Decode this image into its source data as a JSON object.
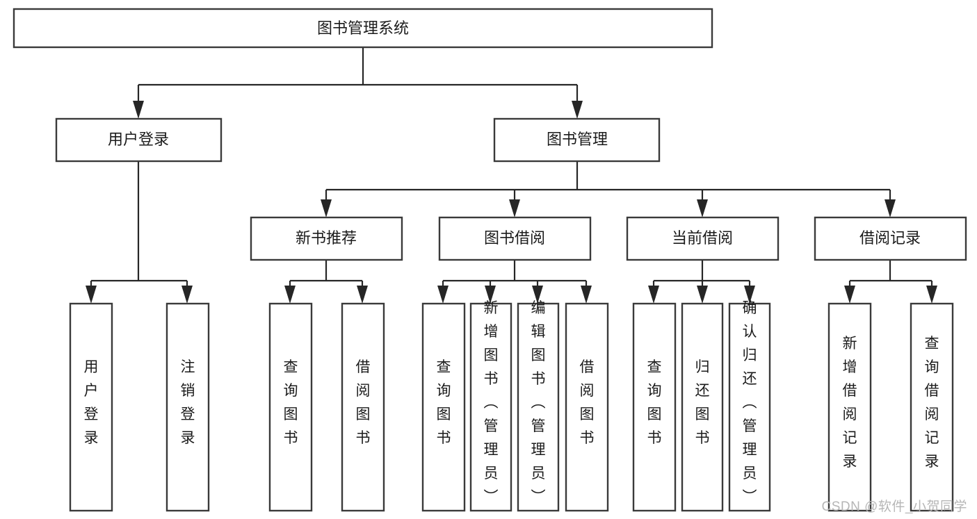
{
  "diagram": {
    "type": "tree-hierarchy-chart",
    "title": "图书管理系统",
    "orientation": "top-down",
    "levels": 4,
    "root": {
      "id": "root",
      "label": "图书管理系统",
      "orientation": "horizontal"
    },
    "level2": [
      {
        "id": "user-login",
        "label": "用户登录",
        "orientation": "horizontal"
      },
      {
        "id": "book-management",
        "label": "图书管理",
        "orientation": "horizontal"
      }
    ],
    "level3": [
      {
        "id": "new-book-recommend",
        "label": "新书推荐",
        "parent": "book-management",
        "orientation": "horizontal"
      },
      {
        "id": "book-borrow",
        "label": "图书借阅",
        "parent": "book-management",
        "orientation": "horizontal"
      },
      {
        "id": "current-borrow",
        "label": "当前借阅",
        "parent": "book-management",
        "orientation": "horizontal"
      },
      {
        "id": "borrow-record",
        "label": "借阅记录",
        "parent": "book-management",
        "orientation": "horizontal"
      }
    ],
    "leaves": [
      {
        "id": "leaf-user-login",
        "label": "用户登录",
        "parent": "user-login",
        "orientation": "vertical"
      },
      {
        "id": "leaf-logout-login",
        "label": "注销登录",
        "parent": "user-login",
        "orientation": "vertical"
      },
      {
        "id": "leaf-query-book-1",
        "label": "查询图书",
        "parent": "new-book-recommend",
        "orientation": "vertical"
      },
      {
        "id": "leaf-borrow-book-1",
        "label": "借阅图书",
        "parent": "new-book-recommend",
        "orientation": "vertical"
      },
      {
        "id": "leaf-query-book-2",
        "label": "查询图书",
        "parent": "book-borrow",
        "orientation": "vertical"
      },
      {
        "id": "leaf-add-book",
        "label": "新增图书（管理员）",
        "parent": "book-borrow",
        "orientation": "vertical"
      },
      {
        "id": "leaf-edit-book",
        "label": "编辑图书（管理员）",
        "parent": "book-borrow",
        "orientation": "vertical"
      },
      {
        "id": "leaf-borrow-book-2",
        "label": "借阅图书",
        "parent": "book-borrow",
        "orientation": "vertical"
      },
      {
        "id": "leaf-query-book-3",
        "label": "查询图书",
        "parent": "current-borrow",
        "orientation": "vertical"
      },
      {
        "id": "leaf-return-book",
        "label": "归还图书",
        "parent": "current-borrow",
        "orientation": "vertical"
      },
      {
        "id": "leaf-confirm-return",
        "label": "确认归还（管理员）",
        "parent": "current-borrow",
        "orientation": "vertical"
      },
      {
        "id": "leaf-add-borrow-record",
        "label": "新增借阅记录",
        "parent": "borrow-record",
        "orientation": "vertical"
      },
      {
        "id": "leaf-query-borrow-record",
        "label": "查询借阅记录",
        "parent": "borrow-record",
        "orientation": "vertical"
      }
    ],
    "colors": {
      "box_fill": "#ffffff",
      "box_stroke": "#3a3a3a",
      "edge_stroke": "#262626",
      "text": "#1b1b1b",
      "background": "#ffffff",
      "watermark": "#b6b6b6"
    }
  },
  "watermark": {
    "text": "CSDN @软件_小贺同学"
  }
}
